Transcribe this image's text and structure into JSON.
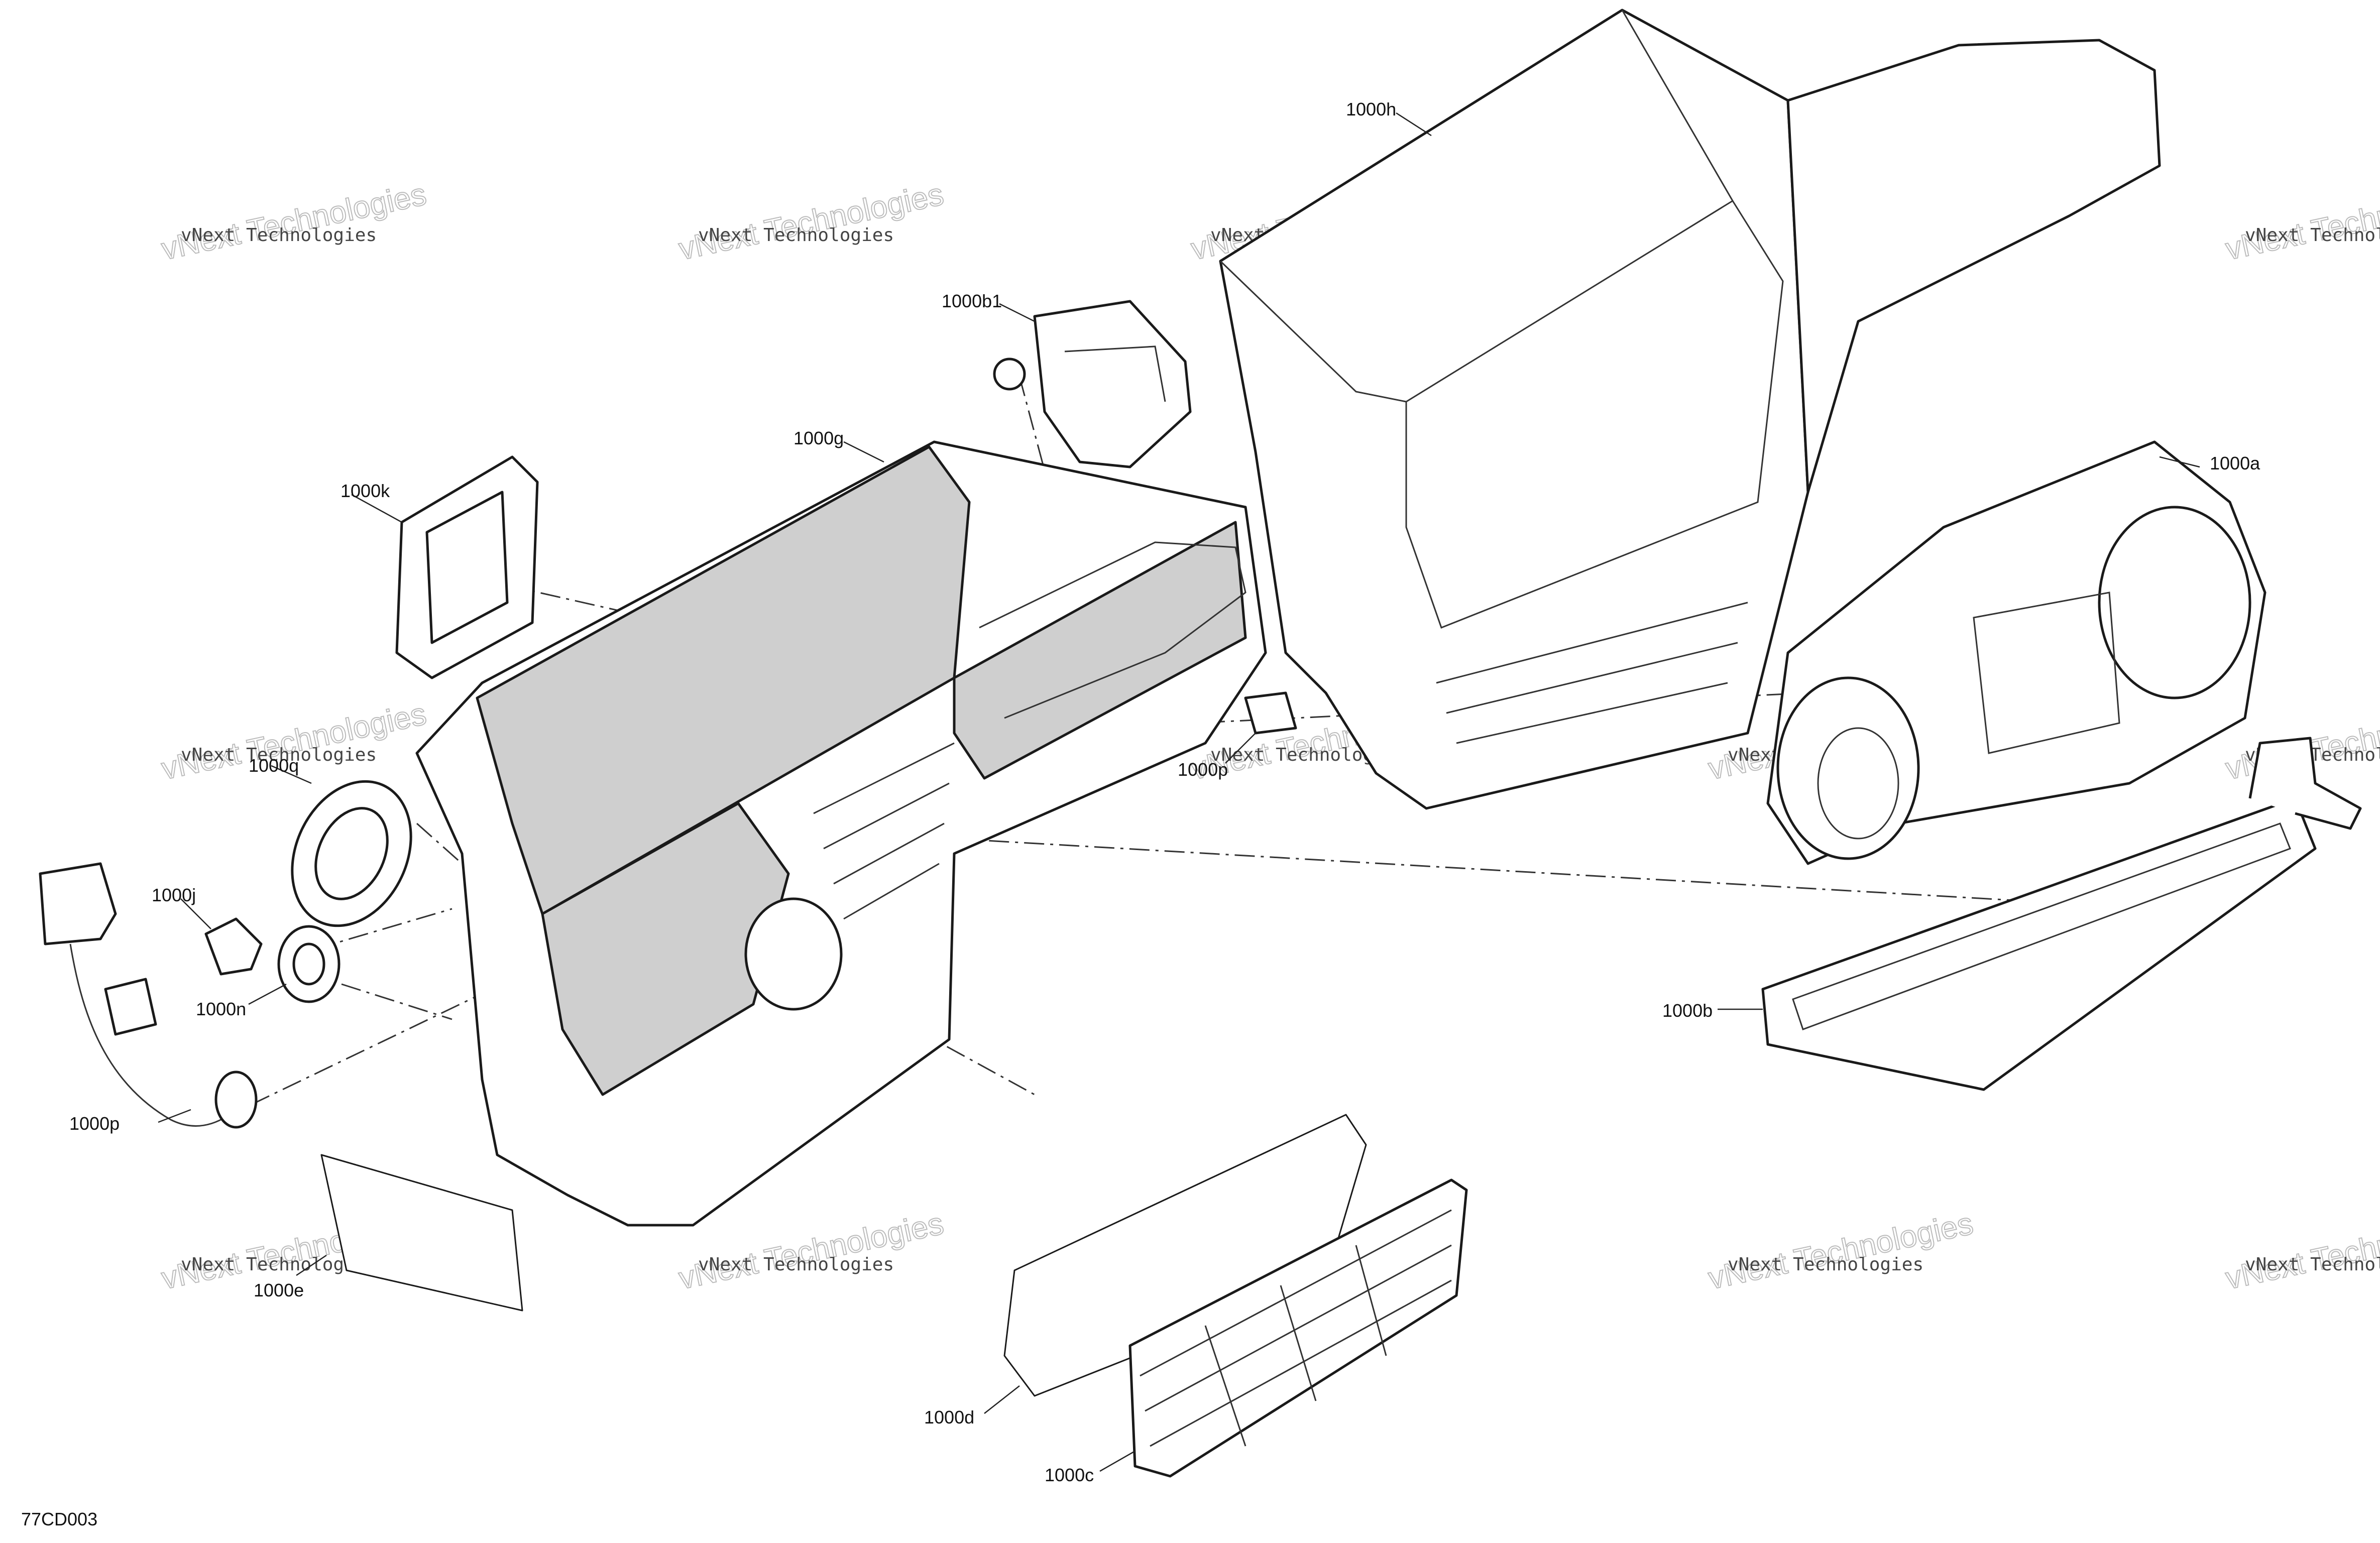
{
  "drawing_code": "77CD003",
  "watermark": {
    "line1": "vNext Technologies",
    "line2": "vNext Technologies"
  },
  "callouts": {
    "c_1000h": "1000h",
    "c_1000b1": "1000b1",
    "c_1000g": "1000g",
    "c_1000k": "1000k",
    "c_1000a": "1000a",
    "c_1000p_center": "1000p",
    "c_1000q": "1000q",
    "c_1000j": "1000j",
    "c_1000n": "1000n",
    "c_1000p_left": "1000p",
    "c_1000b": "1000b",
    "c_1000e": "1000e",
    "c_1000d": "1000d",
    "c_1000c": "1000c"
  }
}
